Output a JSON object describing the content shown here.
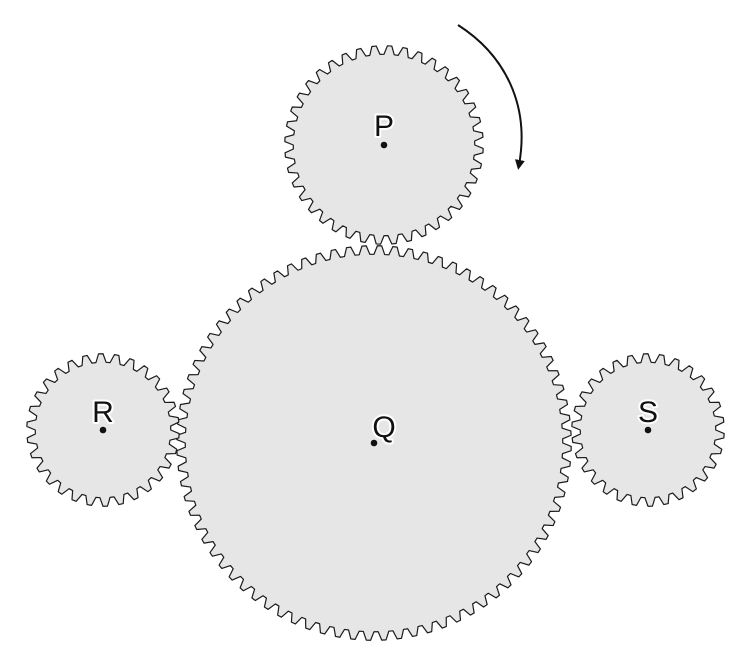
{
  "diagram": {
    "gear_fill": "#e6e6e6",
    "outline_color": "#1a1a1a",
    "rotation_direction": "clockwise",
    "gears": [
      {
        "id": "P",
        "label": "P",
        "teeth": 40
      },
      {
        "id": "Q",
        "label": "Q",
        "teeth": 80
      },
      {
        "id": "R",
        "label": "R",
        "teeth": 30
      },
      {
        "id": "S",
        "label": "S",
        "teeth": 30
      }
    ]
  }
}
